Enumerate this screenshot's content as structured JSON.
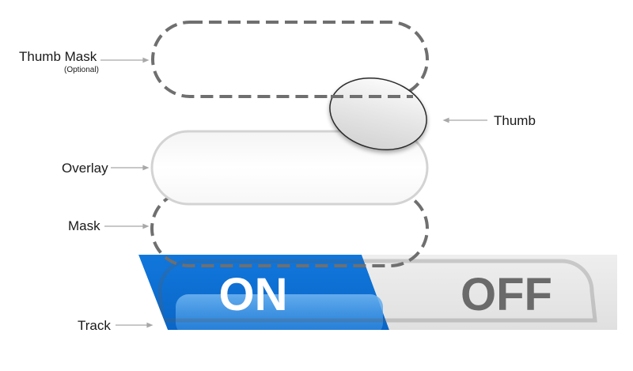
{
  "labels": {
    "thumb_mask": "Thumb Mask",
    "thumb_mask_note": "(Optional)",
    "thumb": "Thumb",
    "overlay": "Overlay",
    "mask": "Mask",
    "track": "Track"
  },
  "track": {
    "on_text": "ON",
    "off_text": "OFF"
  },
  "colors": {
    "on_blue": "#0b72d6",
    "on_blue_light": "#4a9ee8",
    "off_gray": "#e8e8e8",
    "dashed_stroke": "#6f6f6f",
    "leader_line": "#a8a8a8",
    "off_text": "#6a6a6a"
  }
}
